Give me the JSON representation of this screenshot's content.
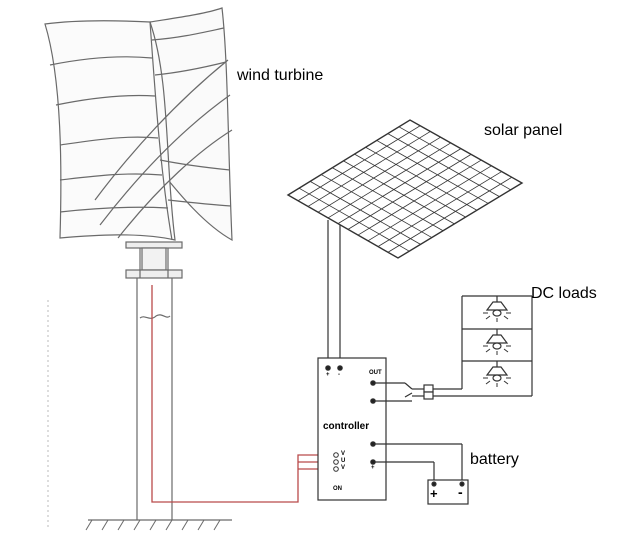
{
  "labels": {
    "wind_turbine": "wind turbine",
    "solar_panel": "solar panel",
    "dc_loads": "DC loads",
    "battery": "battery",
    "controller": "controller"
  },
  "controller_terminals": {
    "out": "OUT",
    "pv_plus": "+",
    "pv_minus": "-",
    "wind_u": "U",
    "wind_v": "V",
    "wind_w": "V",
    "on": "ON",
    "batt_plus": "+"
  },
  "battery_terminals": {
    "plus": "+",
    "minus": "-"
  },
  "colors": {
    "line": "#333333",
    "wind_wire": "#b94a4a"
  }
}
